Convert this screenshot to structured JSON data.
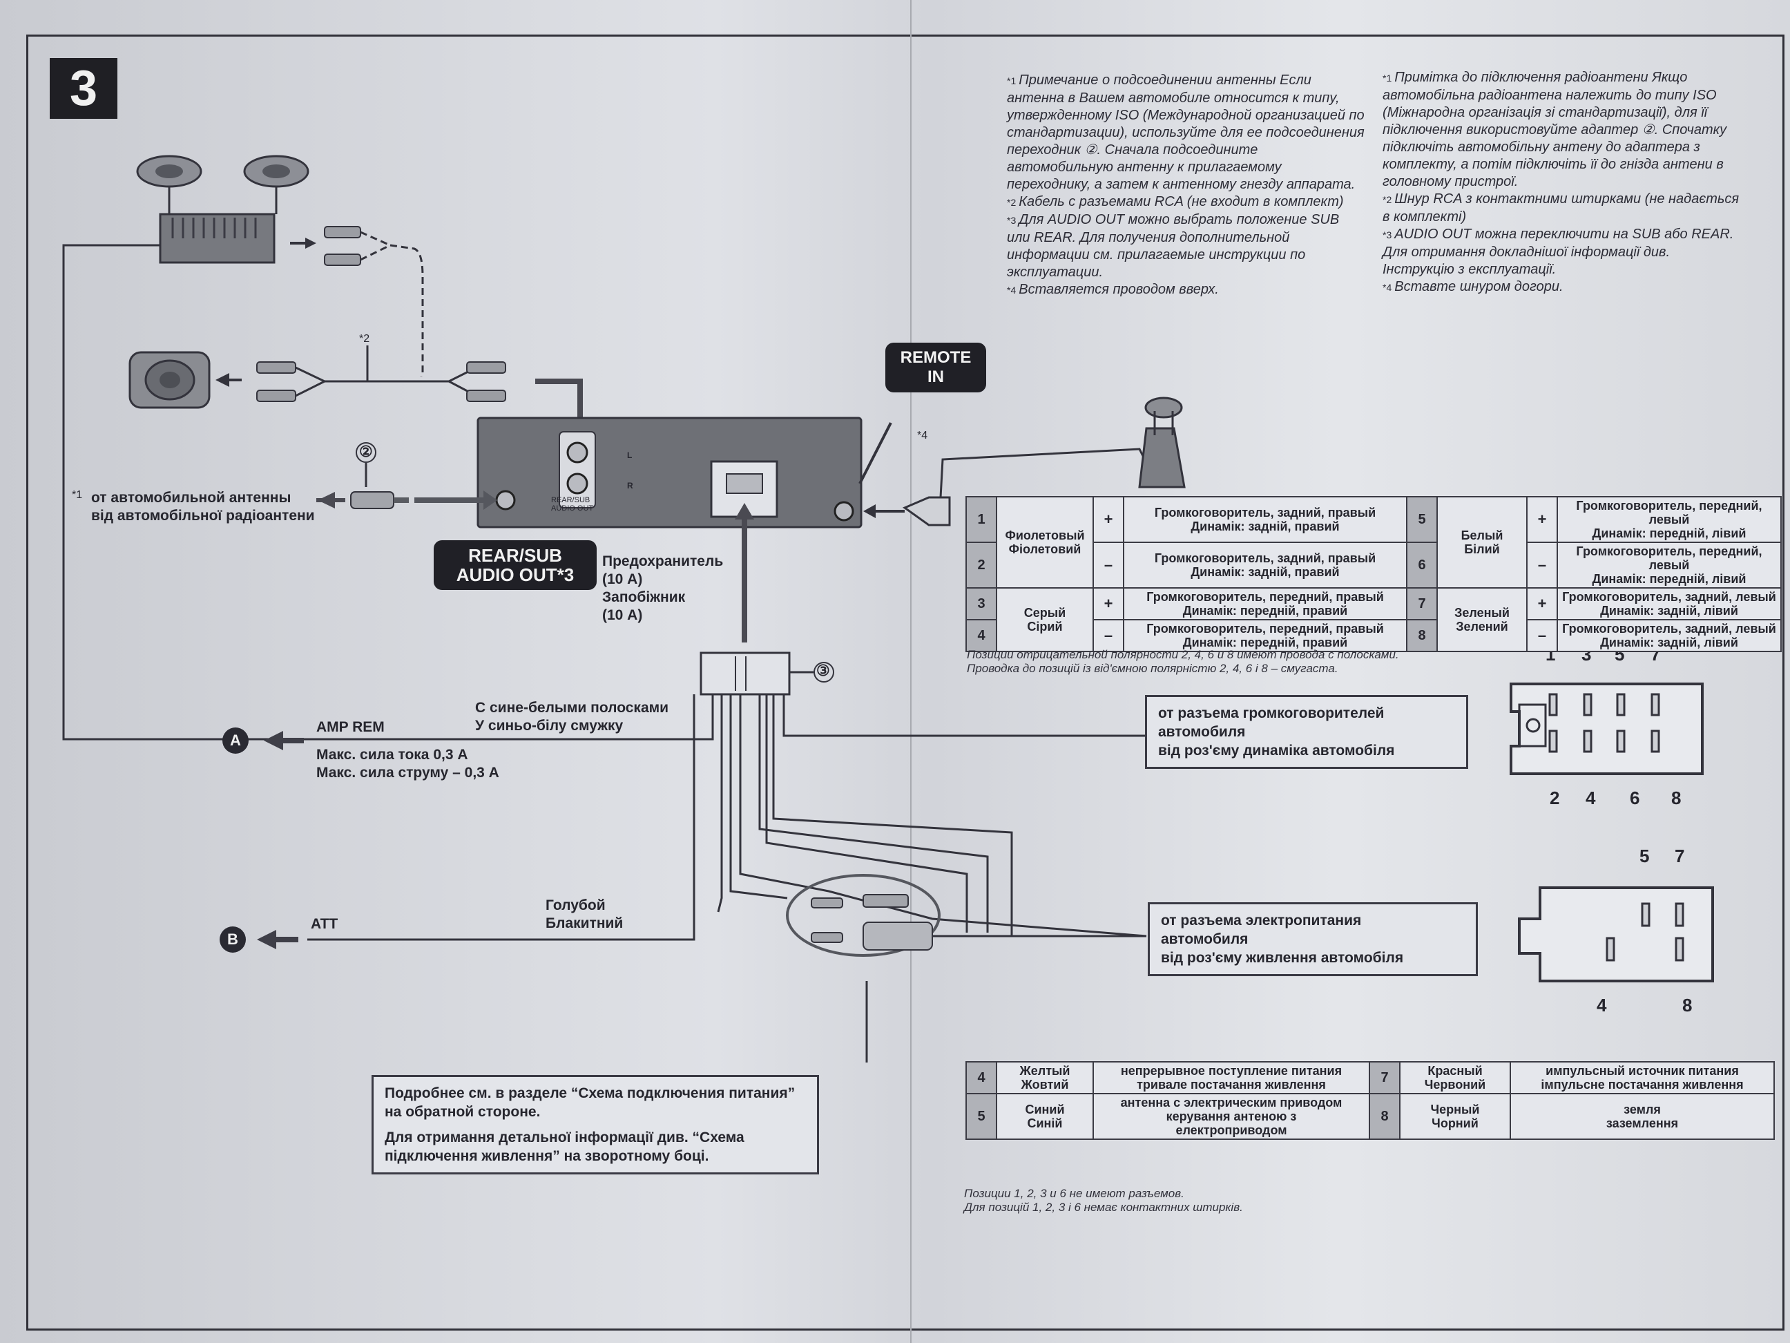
{
  "section_number": "3",
  "notes_ru": [
    {
      "mark": "*1",
      "text": "Примечание о подсоединении антенны Если антенна в Вашем автомобиле относится к типу, утвержденному ISO (Международной организацией по стандартизации), используйте для ее подсоединения переходник ②. Сначала подсоедините автомобильную антенну к прилагаемому переходнику, а затем к антенному гнезду аппарата."
    },
    {
      "mark": "*2",
      "text": "Кабель с разъемами RCA (не входит в комплект)"
    },
    {
      "mark": "*3",
      "text": "Для AUDIO OUT можно выбрать положение SUB или REAR. Для получения дополнительной информации см. прилагаемые инструкции по эксплуатации."
    },
    {
      "mark": "*4",
      "text": "Вставляется проводом вверх."
    }
  ],
  "notes_uk": [
    {
      "mark": "*1",
      "text": "Примітка до підключення радіоантени Якщо автомобільна радіоантена належить до типу ISO (Міжнародна організація зі стандартизації), для її підключення використовуйте адаптер ②. Спочатку підключіть автомобільну антену до адаптера з комплекту, а потім підключіть її до гнізда антени в головному пристрої."
    },
    {
      "mark": "*2",
      "text": "Шнур RCA з контактними штирками (не надається в комплекті)"
    },
    {
      "mark": "*3",
      "text": "AUDIO OUT можна переключити на SUB або REAR. Для отримання докладнішої інформації див. Інструкцію з експлуатації."
    },
    {
      "mark": "*4",
      "text": "Вставте шнуром догори."
    }
  ],
  "labels": {
    "rca_mark": "*2",
    "antenna_mark": "*1",
    "antenna_ru": "от автомобильной антенны",
    "antenna_uk": "від автомобільної радіоантени",
    "adapter_num": "②",
    "harness_num": "③",
    "remote_in": "REMOTE IN",
    "remote_mark": "*4",
    "rear_sub": "REAR/SUB AUDIO OUT*3",
    "unit_rear_sub_small": "REAR/SUB AUDIO OUT",
    "unit_L": "L",
    "unit_R": "R",
    "fuse_ru": "Предохранитель",
    "fuse_ru_val": "(10 А)",
    "fuse_uk": "Запобіжник",
    "fuse_uk_val": "(10 А)",
    "stripe_ru": "С сине-белыми полосками",
    "stripe_uk": "У синьо-білу смужку",
    "amp_rem": "AMP REM",
    "max_ru": "Макс. сила тока 0,3 А",
    "max_uk": "Макс. сила струму – 0,3 А",
    "circle_a": "A",
    "circle_b": "B",
    "att": "ATT",
    "blue_ru": "Голубой",
    "blue_uk": "Блакитний"
  },
  "boxes": {
    "speaker_conn": [
      "от разъема громкоговорителей",
      "автомобиля",
      "від роз'єму динаміка автомобіля"
    ],
    "power_conn": [
      "от разъема электропитания",
      "автомобиля",
      "від роз'єму живлення автомобіля"
    ],
    "detail_ru": "Подробнее см. в разделе “Схема подключения питания” на обратной стороне.",
    "detail_uk": "Для отримання детальної інформації див. “Схема підключення живлення” на зворотному боці."
  },
  "speaker_table": {
    "rows": [
      {
        "pin": "1",
        "sign": "+",
        "desc_ru": "Громкоговоритель, задний, правый",
        "desc_uk": "Динамік: задній, правий"
      },
      {
        "pin": "2",
        "sign": "–",
        "desc_ru": "Громкоговоритель, задний, правый",
        "desc_uk": "Динамік: задній, правий"
      },
      {
        "pin": "3",
        "sign": "+",
        "desc_ru": "Громкоговоритель, передний, правый",
        "desc_uk": "Динамік: передній, правий"
      },
      {
        "pin": "4",
        "sign": "–",
        "desc_ru": "Громкоговоритель, передний, правый",
        "desc_uk": "Динамік: передній, правий"
      },
      {
        "pin": "5",
        "sign": "+",
        "desc_ru": "Громкоговоритель, передний, левый",
        "desc_uk": "Динамік: передній, лівий"
      },
      {
        "pin": "6",
        "sign": "–",
        "desc_ru": "Громкоговоритель, передний, левый",
        "desc_uk": "Динамік: передній, лівий"
      },
      {
        "pin": "7",
        "sign": "+",
        "desc_ru": "Громкоговоритель, задний, левый",
        "desc_uk": "Динамік: задній, лівий"
      },
      {
        "pin": "8",
        "sign": "–",
        "desc_ru": "Громкоговоритель, задний, левый",
        "desc_uk": "Динамік: задній, лівий"
      }
    ],
    "colors": [
      {
        "ru": "Фиолетовый",
        "uk": "Фіолетовий"
      },
      {
        "ru": "Серый",
        "uk": "Сірий"
      },
      {
        "ru": "Белый",
        "uk": "Білий"
      },
      {
        "ru": "Зеленый",
        "uk": "Зелений"
      }
    ],
    "caption_ru": "Позиции отрицательной полярности 2, 4, 6 и 8 имеют провода с полосками.",
    "caption_uk": "Проводка до позицій із від'ємною полярністю 2, 4, 6 і 8 – смугаста."
  },
  "power_table": {
    "rows": [
      {
        "pin": "4",
        "color_ru": "Желтый",
        "color_uk": "Жовтий",
        "desc_ru": "непрерывное поступление питания",
        "desc_uk": "тривале постачання живлення"
      },
      {
        "pin": "5",
        "color_ru": "Синий",
        "color_uk": "Синій",
        "desc_ru": "антенна с электрическим приводом керування антеною з",
        "desc_uk": "електроприводом"
      },
      {
        "pin": "7",
        "color_ru": "Красный",
        "color_uk": "Червоний",
        "desc_ru": "импульсный источник питания",
        "desc_uk": "імпульсне постачання живлення"
      },
      {
        "pin": "8",
        "color_ru": "Черный",
        "color_uk": "Чорний",
        "desc_ru": "земля",
        "desc_uk": "заземлення"
      }
    ],
    "caption_ru": "Позиции 1, 2, 3 и 6 не имеют разъемов.",
    "caption_uk": "Для позицій 1, 2, 3 і 6 немає контактних штирків."
  },
  "connector_pins": {
    "top": [
      "1",
      "3",
      "5",
      "7"
    ],
    "bottom": [
      "2",
      "4",
      "6",
      "8"
    ],
    "power_top": [
      "5",
      "7"
    ],
    "power_bottom": [
      "4",
      "8"
    ]
  }
}
